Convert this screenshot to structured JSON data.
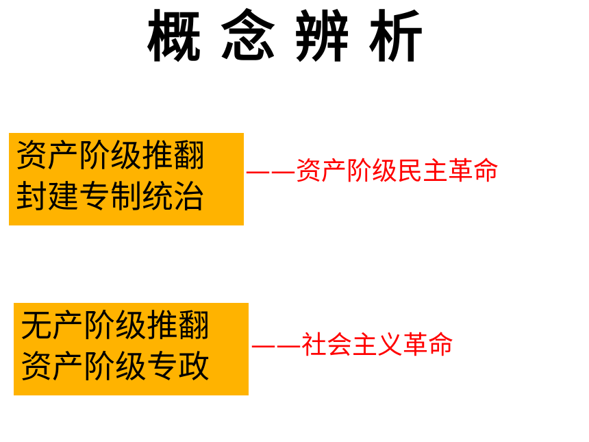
{
  "title": "概念辨析",
  "colors": {
    "box_background": "#ffb300",
    "result_text": "#ff0000",
    "title_text": "#000000"
  },
  "items": [
    {
      "definition_lines": [
        "资产阶级推翻",
        "封建专制统治"
      ],
      "result": "——资产阶级民主革命"
    },
    {
      "definition_lines": [
        "无产阶级推翻",
        "资产阶级专政"
      ],
      "result": "——社会主义革命"
    }
  ]
}
